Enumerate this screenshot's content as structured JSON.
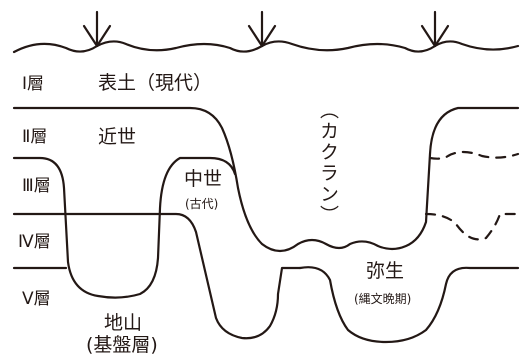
{
  "layers": [
    {
      "id": "layer-1",
      "label": "Ⅰ層"
    },
    {
      "id": "layer-2",
      "label": "Ⅱ層"
    },
    {
      "id": "layer-3",
      "label": "Ⅲ層"
    },
    {
      "id": "layer-4",
      "label": "Ⅳ層"
    },
    {
      "id": "layer-5",
      "label": "Ⅴ層"
    }
  ],
  "labels": {
    "topsoil": "表土（現代）",
    "early_modern": "近世",
    "medieval": "中世",
    "ancient": "(古代)",
    "kakuran": "（カクラン）",
    "yayoi": "弥生",
    "jomon_late": "(縄文晩期)",
    "bedrock": "地山",
    "bedrock_sub": "(基盤層)"
  },
  "colors": {
    "line": "#231815",
    "background": "#ffffff"
  }
}
